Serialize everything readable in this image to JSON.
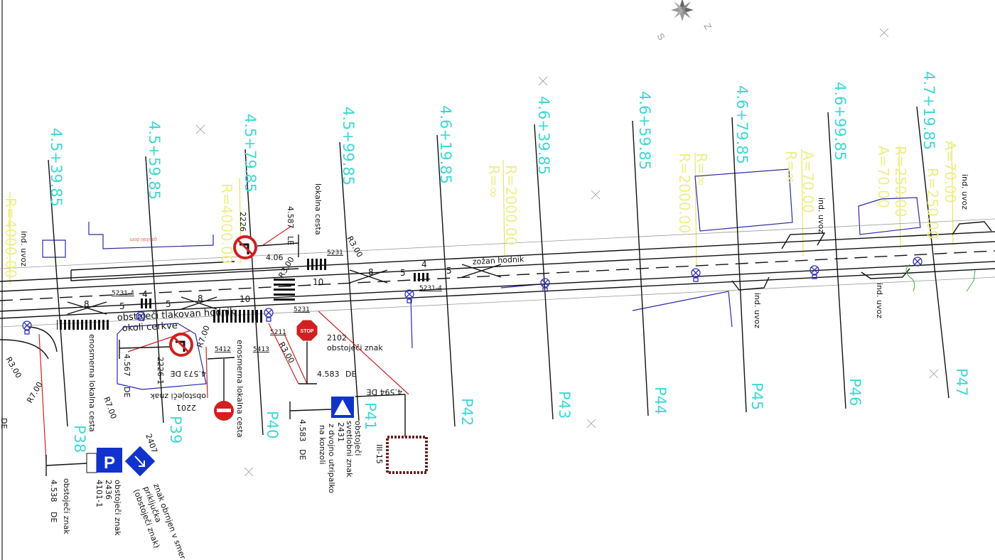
{
  "drawing": {
    "compass": {
      "letters": [
        "S",
        "Z"
      ]
    },
    "stations": [
      "4.5+39.85",
      "4.5+59.85",
      "4.5+79.85",
      "4.5+99.85",
      "4.6+19.85",
      "4.6+39.85",
      "4.6+59.85",
      "4.6+79.85",
      "4.6+99.85",
      "4.7+19.85"
    ],
    "profiles": [
      "P38",
      "P39",
      "P40",
      "P41",
      "P42",
      "P43",
      "P44",
      "P45",
      "P46",
      "P47"
    ],
    "curve_labels": [
      "R=4000.00",
      "R=4000.00",
      "R=∞",
      "R=2000.00",
      "R=∞",
      "R=2000.00",
      "A=70.00",
      "R=∞",
      "R=250.00",
      "A=70.00",
      "A=70.00",
      "R=250.00"
    ],
    "road_labels": {
      "zozan_hodnik": "zožan hodnik",
      "tlakovan_1": "obstoječi tlakovan hodnik",
      "tlakovan_2": "okoli cerkve",
      "lokalna_cesta": "lokalna cesta",
      "enosmerna_1": "enosmerna lokalna cesta",
      "enosmerna_2": "enosmerna lokalna cesta",
      "ind_uvoz": "ind. uvoz",
      "gasilski_dom": "gasilski dom"
    },
    "lane_numbers": [
      "4",
      "5",
      "8",
      "5",
      "10",
      "10",
      "8",
      "5",
      "4",
      "5",
      "8"
    ],
    "marking_codes": [
      "5231-4",
      "5231",
      "5231",
      "5231-4",
      "5412",
      "5413",
      "5211"
    ],
    "radii": [
      "R3.00",
      "R7.00",
      "R7.00",
      "R3.00",
      "R3.00",
      "R3.00",
      "R7.00"
    ],
    "signs": {
      "s2226": {
        "code": "2226",
        "chainage": "4.587",
        "side": "LE"
      },
      "s2226_1": {
        "code": "2226-1",
        "chainage": "4.567",
        "side": "DE"
      },
      "s2201": {
        "code": "2201",
        "note": "obstoječi znak",
        "chainage": "4.573 DE"
      },
      "s2102": {
        "code": "2102",
        "note": "obstoječi znak",
        "chainage": "4.583",
        "side": "DE",
        "face": "STOP"
      },
      "s2431": {
        "code": "2431",
        "note1": "obstoječi",
        "note2": "svetlobni znak",
        "note3": "z dvojno utripalko",
        "note4": "na konzoli",
        "chainage": "4.583",
        "side": "DE"
      },
      "s2436": {
        "code": "2436",
        "code2": "4101-1",
        "note": "obstoječi znak",
        "note2": "obstoječi znak",
        "chainage": "4.538",
        "side": "DE",
        "face": "P"
      },
      "s2407": {
        "code": "2407",
        "note1": "znak obrnjen v smer",
        "note2": "priključka",
        "note3": "(obstoječi znak)"
      },
      "s3_15": {
        "code": "III-15",
        "chainage": "4.594 DE"
      },
      "s4_06": {
        "code": "4.06"
      }
    },
    "edge_label": "DE",
    "colors": {
      "station": "#3fd7d7",
      "curve": "#eeee88",
      "road": "#111111",
      "building": "#2a2aa8",
      "sign_red": "#d02020",
      "sign_blue": "#1133cc"
    }
  }
}
